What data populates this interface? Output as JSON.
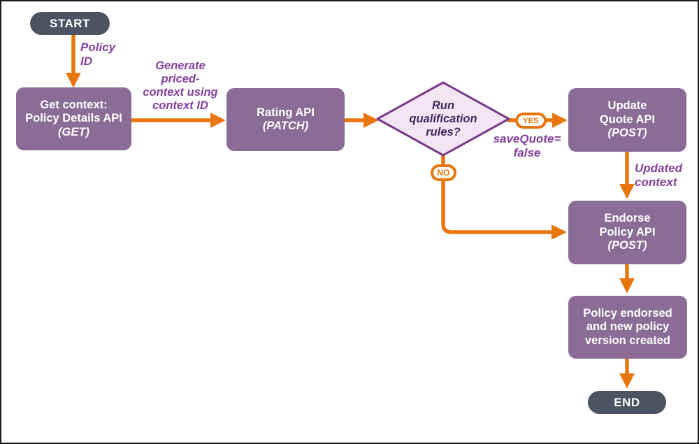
{
  "diagram": {
    "type": "flowchart",
    "topic": "Endorse policy API call sequence"
  },
  "nodes": {
    "start": {
      "label": "START"
    },
    "get_context": {
      "title": "Get context:\nPolicy Details API",
      "method": "(GET)"
    },
    "rating": {
      "title": "Rating API",
      "method": "(PATCH)"
    },
    "decision": {
      "label": "Run\nqualification\nrules?"
    },
    "update_quote": {
      "title": "Update\nQuote API",
      "method": "(POST)"
    },
    "endorse_policy": {
      "title": "Endorse\nPolicy API",
      "method": "(POST)"
    },
    "result": {
      "title": "Policy endorsed\nand new policy\nversion created"
    },
    "end": {
      "label": "END"
    }
  },
  "edge_labels": {
    "policy_id": "Policy\nID",
    "generate_context": "Generate\npriced-\ncontext using\ncontext ID",
    "yes": "YES",
    "no": "NO",
    "save_quote": "saveQuote=\nfalse",
    "updated_context": "Updated\ncontext"
  },
  "colors": {
    "process_box_fill": "#8b6c97",
    "process_box_text": "#ffffff",
    "terminal_fill": "#4a5462",
    "terminal_text": "#ffffff",
    "arrow_orange": "#e8760e",
    "edge_label_purple": "#8440a0",
    "decision_fill": "#f2e6f4",
    "decision_border": "#7a3a8c",
    "decision_text": "#43275f",
    "badge_fill": "#ffffff",
    "badge_text": "#e8760e"
  }
}
